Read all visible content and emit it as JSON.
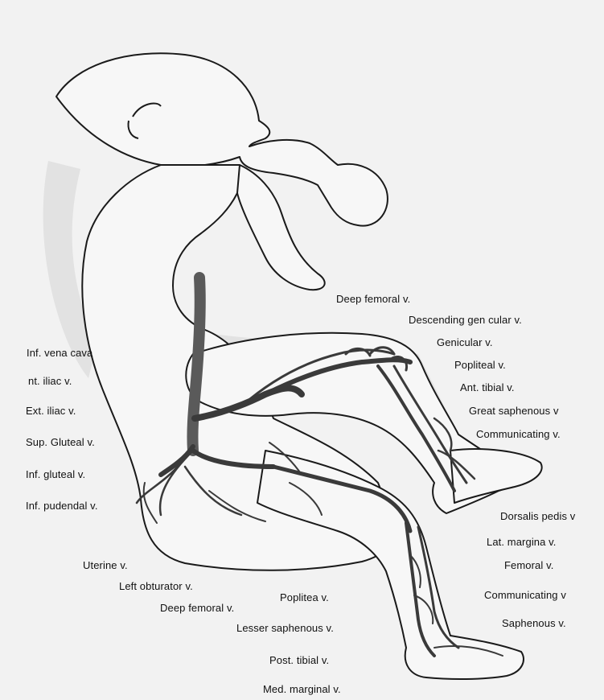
{
  "figure": {
    "labels": {
      "inf_vena_cava": "Inf. vena cava",
      "int_iliac": "nt. iliac v.",
      "ext_iliac": "Ext. iliac v.",
      "sup_gluteal": "Sup. Gluteal v.",
      "inf_gluteal": "Inf. gluteal v.",
      "inf_pudendal": "Inf. pudendal v.",
      "uterine": "Uterine v.",
      "left_obturator": "Left obturator v.",
      "deep_femoral_bottom": "Deep femoral v.",
      "poplitea": "Poplitea  v.",
      "lesser_saphenous": "Lesser saphenous v.",
      "post_tibial": "Post. tibial v.",
      "med_marginal": "Med. marginal v.",
      "deep_femoral_top": "Deep femoral v.",
      "descending_genicular": "Descending gen cular v.",
      "genicular": "Genicular v.",
      "popliteal": "Popliteal v.",
      "ant_tibial": "Ant. tibial v.",
      "great_saphenous": "Great saphenous v",
      "communicating_top": "Communicating v.",
      "dorsalis_pedis": "Dorsalis pedis v",
      "lat_marginal": "Lat. margina  v.",
      "femoral": "Femoral v.",
      "communicating_bottom": "Communicating v",
      "saphenous": "Saphenous v."
    },
    "colors": {
      "background": "#f2f2f2",
      "outline": "#1a1a1a",
      "vein": "#3a3a3a",
      "shadow": "#d8d8d8"
    }
  }
}
